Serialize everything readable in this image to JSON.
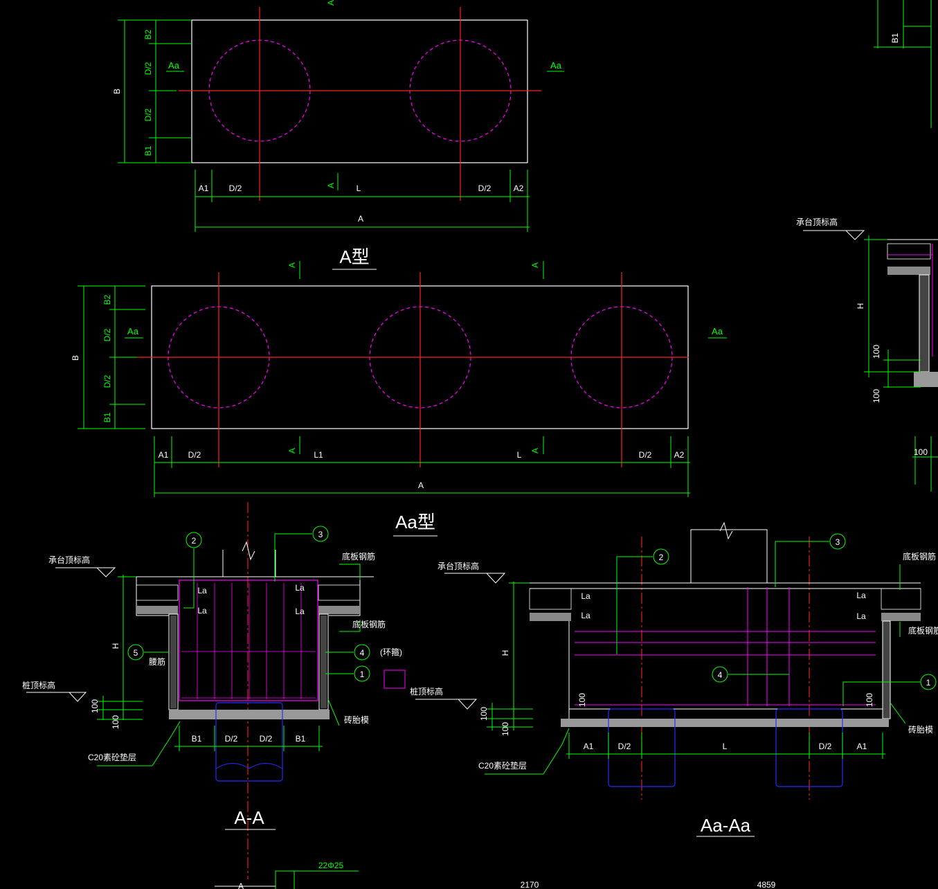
{
  "colors": {
    "background": "#000000",
    "outline": "#ffffff",
    "dimension": "#00ff00",
    "axis": "#ff2020",
    "pile": "#ff00ff",
    "rebar": "#ff00ff",
    "pile_section": "#2a2aff"
  },
  "plan_a": {
    "title": "A型",
    "section_marks": [
      "A",
      "A",
      "Aa",
      "Aa"
    ],
    "dims_bottom": [
      "A1",
      "D/2",
      "L",
      "D/2",
      "A2"
    ],
    "dim_total": "A",
    "dims_left": [
      "B2",
      "D/2",
      "D/2",
      "B1"
    ],
    "dim_left_total": "B"
  },
  "plan_aa": {
    "title": "Aa型",
    "section_marks": [
      "A",
      "A",
      "A",
      "A",
      "Aa",
      "Aa"
    ],
    "dims_bottom": [
      "A1",
      "D/2",
      "L1",
      "L",
      "D/2",
      "A2"
    ],
    "dim_total": "A",
    "dims_left": [
      "B2",
      "D/2",
      "D/2",
      "B1"
    ],
    "dim_left_total": "B"
  },
  "section_a": {
    "title": "A-A",
    "cap_top_label": "承台顶标高",
    "pile_top_label": "桩顶标高",
    "bottom_rebar_label": "底板钢筋",
    "bottom_rebar_label_2": "底板钢筋",
    "waist_rebar_label": "腰筋",
    "brick_label": "砖胎模",
    "cushion_label": "C20素砼垫层",
    "ring_label": "(环箍)",
    "la": [
      "La",
      "La",
      "La",
      "La"
    ],
    "height_label": "H",
    "dim_100": [
      "100",
      "100"
    ],
    "dims_bottom": [
      "B1",
      "D/2",
      "D/2",
      "B1"
    ],
    "callouts": [
      "2",
      "3",
      "4",
      "1",
      "5"
    ]
  },
  "section_aa": {
    "title": "Aa-Aa",
    "cap_top_label": "承台顶标高",
    "pile_top_label": "桩顶标高",
    "bottom_rebar_label": "底板钢筋",
    "bottom_rebar_label_2": "底板钢筋",
    "brick_label": "砖胎模",
    "cushion_label": "C20素砼垫层",
    "la": [
      "La",
      "La",
      "La",
      "La"
    ],
    "height_label": "H",
    "dim_100": [
      "100",
      "100",
      "100",
      "100"
    ],
    "dims_bottom": [
      "A1",
      "D/2",
      "L",
      "D/2",
      "A1"
    ],
    "callouts": [
      "2",
      "3",
      "4",
      "1"
    ]
  },
  "side_detail": {
    "cap_top_label": "承台顶标高",
    "height_label": "H",
    "dim_100": [
      "100",
      "100",
      "100"
    ],
    "b1_label": "B1"
  },
  "footer": {
    "rebar_label": "22Φ25",
    "coord_left": "2170",
    "coord_right": "4859",
    "mark": "A"
  }
}
